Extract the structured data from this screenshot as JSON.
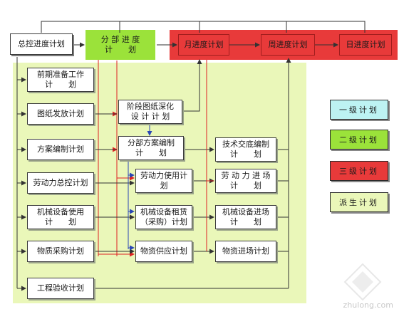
{
  "nodes": {
    "master": "总控进度计划",
    "divisional": "分 部 进 度\n计　　划",
    "monthly": "月进度计划",
    "weekly": "周进度计划",
    "daily": "日进度计划",
    "prep": "前期准备工作\n计　　划",
    "drawing_issue": "图纸发放计划",
    "stage_design": "阶段图纸深化\n设 计 计 划",
    "scheme": "方案编制计划",
    "div_scheme": "分部方案编制\n计　　划",
    "tech_brief": "技术交底编制\n计　　划",
    "labor_master": "劳动力总控计划",
    "labor_use": "劳动力使用计\n划",
    "labor_entry": "劳 动 力 进 场\n计　　划",
    "machine_use": "机械设备使用\n计　　划",
    "machine_lease": "机械设备租赁\n（采购）计划",
    "machine_entry": "机械设备进场\n计　　划",
    "material_purchase": "物质采购计划",
    "material_supply": "物资供应计划",
    "material_entry": "物资进场计划",
    "acceptance": "工程验收计划"
  },
  "legend": [
    {
      "label": "一级计划",
      "color": "#bdf2f2"
    },
    {
      "label": "二级计划",
      "color": "#9be23a"
    },
    {
      "label": "三级计划",
      "color": "#e83a3a"
    },
    {
      "label": "派生计划",
      "color": "#eaf7b9"
    }
  ],
  "watermark": "zhulong.com"
}
